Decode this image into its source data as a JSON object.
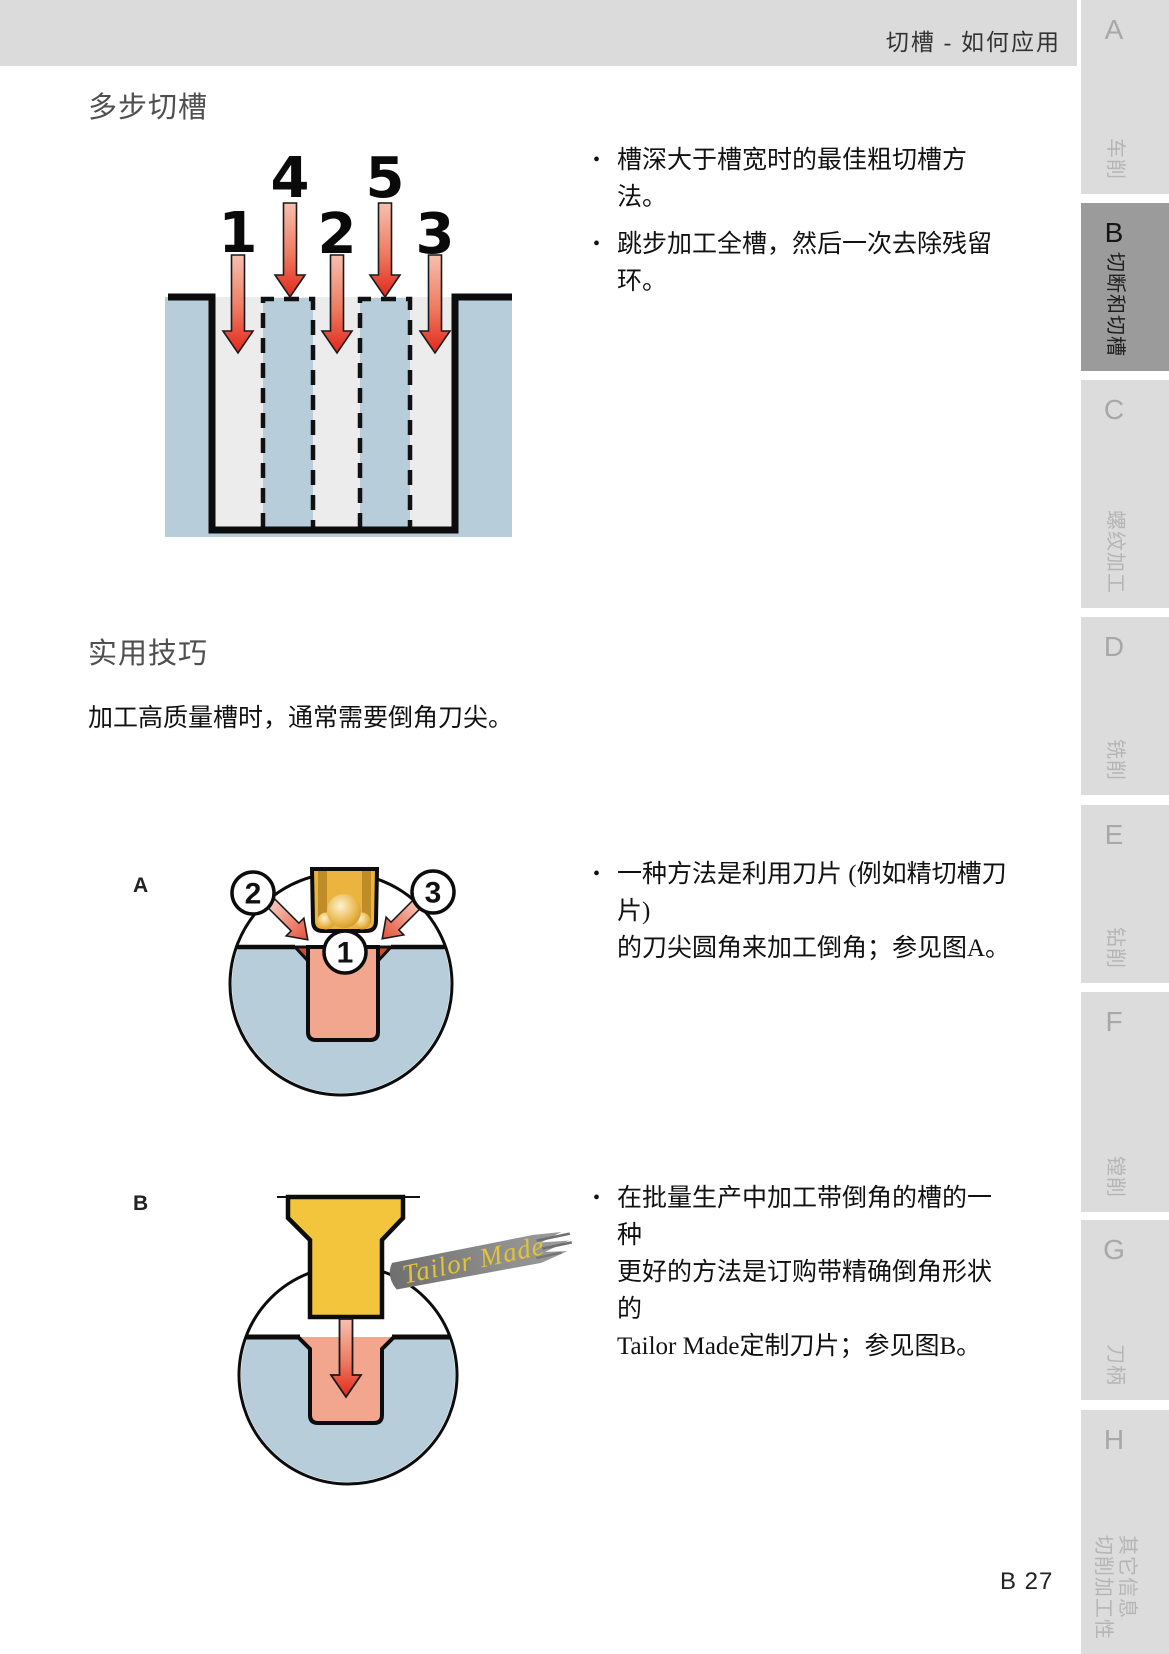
{
  "header": {
    "title": "切槽 - 如何应用"
  },
  "page_number": "B 27",
  "glyphs": {
    "bullet": "•"
  },
  "multi_step": {
    "title": "多步切槽",
    "steps": [
      "1",
      "2",
      "3",
      "4",
      "5"
    ],
    "bullets": [
      "槽深大于槽宽时的最佳粗切槽方法。",
      "跳步加工全槽，然后一次去除残留环。"
    ]
  },
  "tips": {
    "title": "实用技巧",
    "intro": "加工高质量槽时，通常需要倒角刀尖。",
    "figure_a": {
      "label": "A",
      "callout_1": "1",
      "callout_2": "2",
      "callout_3": "3",
      "lines": [
        "一种方法是利用刀片 (例如精切槽刀片)",
        "的刀尖圆角来加工倒角；参见图A。"
      ]
    },
    "figure_b": {
      "label": "B",
      "stamp": "Tailor Made",
      "lines": [
        "在批量生产中加工带倒角的槽的一种",
        "更好的方法是订购带精确倒角形状的",
        "Tailor Made定制刀片；参见图B。"
      ]
    }
  },
  "sidebar": {
    "tabs": [
      {
        "letter": "A",
        "label": "车削",
        "active": false
      },
      {
        "letter": "B",
        "label": "切断和切槽",
        "active": true
      },
      {
        "letter": "C",
        "label": "螺纹加工",
        "active": false
      },
      {
        "letter": "D",
        "label": "铣削",
        "active": false
      },
      {
        "letter": "E",
        "label": "钻削",
        "active": false
      },
      {
        "letter": "F",
        "label": "镗削",
        "active": false
      },
      {
        "letter": "G",
        "label": "刀柄",
        "active": false
      },
      {
        "letter": "H",
        "label_lines": [
          "切削加工性",
          "其它信息"
        ],
        "active": false
      }
    ]
  },
  "colors": {
    "accent_red": "#e5352b",
    "arrow_red": "#e2271c",
    "workpiece_blue": "#b8cdda",
    "groove_gray": "#ececec",
    "cut_salmon": "#f1a68d",
    "chamfer_orange": "#c9502b",
    "insert_gold": "#eab43e",
    "tool_yellow": "#f3c53d",
    "stamp_gray": "#7a7a7a",
    "stamp_text_yellow": "#e4c430",
    "tab_active_bg": "#9b9b9b",
    "tab_inactive_bg": "#dcdcdc",
    "header_bar_bg": "#dbdbdb"
  }
}
